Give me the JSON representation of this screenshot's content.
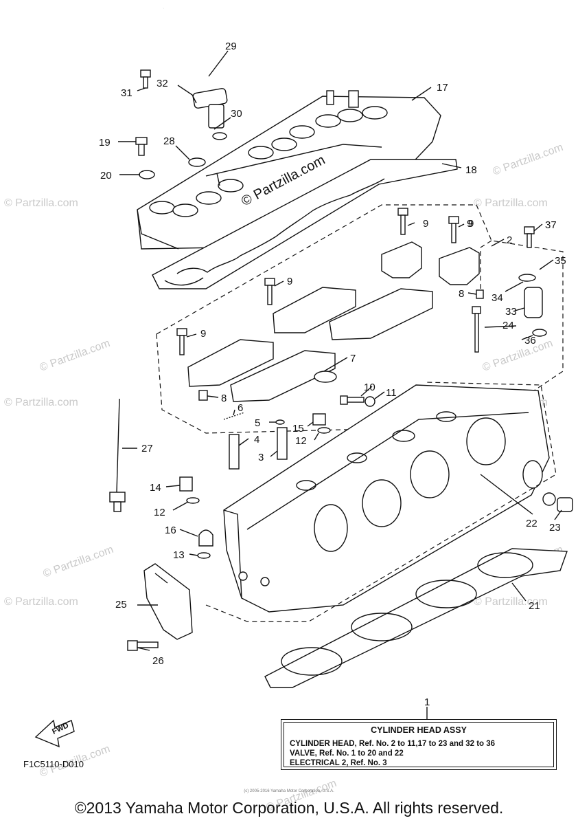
{
  "diagram": {
    "callouts": [
      "1",
      "2",
      "3",
      "4",
      "5",
      "6",
      "7",
      "8",
      "8",
      "9",
      "9",
      "9",
      "9",
      "9",
      "10",
      "11",
      "12",
      "12",
      "13",
      "14",
      "15",
      "16",
      "17",
      "18",
      "19",
      "20",
      "21",
      "22",
      "23",
      "24",
      "25",
      "26",
      "27",
      "28",
      "29",
      "30",
      "31",
      "32",
      "33",
      "34",
      "35",
      "36",
      "37"
    ],
    "watermark_main": "© Partzilla.com",
    "watermark_faint": "© Partzilla.com",
    "fwd_label": "FWD",
    "diagram_code": "F1C5110-D010",
    "tiny_credit": "(c) 2005-2016 Yamaha Motor Corporation, U.S.A."
  },
  "legend": {
    "title": "CYLINDER HEAD ASSY",
    "rows": [
      "CYLINDER HEAD,  Ref. No. 2 to 11,17 to 23 and 32 to 36",
      "VALVE, Ref. No. 1 to 20 and 22",
      "ELECTRICAL 2, Ref. No. 3"
    ]
  },
  "copyright": "©2013 Yamaha Motor Corporation, U.S.A. All rights reserved."
}
